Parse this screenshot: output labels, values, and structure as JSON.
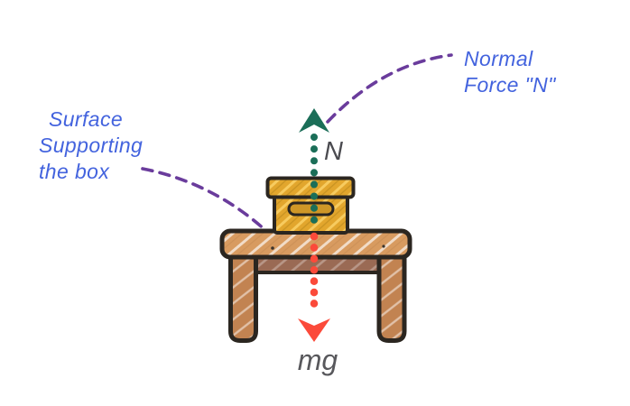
{
  "scene": {
    "description": "Free-body diagram of a box resting on a table showing the normal force N and weight mg",
    "background_color": "#ffffff"
  },
  "labels": {
    "surface": {
      "lines": [
        "Surface",
        "Supporting",
        "the box"
      ],
      "color": "#4363de"
    },
    "normal_force": {
      "lines": [
        "Normal",
        "Force \"N\""
      ],
      "color": "#4363de"
    },
    "n_symbol": {
      "text": "N",
      "color": "#4b4b50"
    },
    "mg_symbol": {
      "text": "mg",
      "color": "#58585c"
    }
  },
  "forces": [
    {
      "id": "normal",
      "symbol": "N",
      "direction": "up",
      "line_style": "dotted",
      "color": "#1b6e58"
    },
    {
      "id": "weight",
      "symbol": "mg",
      "direction": "down",
      "line_style": "dotted",
      "color": "#fb4a3a"
    }
  ],
  "callouts": [
    {
      "id": "surface-callout",
      "label": "Surface Supporting the box",
      "points_to": "tabletop surface",
      "style": "dashed",
      "color": "#6a3c9c"
    },
    {
      "id": "normal-callout",
      "label": "Normal Force \"N\"",
      "points_to": "normal force arrow tip",
      "style": "dashed",
      "color": "#6a3c9c"
    }
  ],
  "objects": {
    "box": {
      "name": "box on table",
      "fill": "#e2a62d",
      "outline": "#2b2620"
    },
    "table": {
      "name": "table",
      "top_fill": "#d89b60",
      "apron_fill": "#9a6a54",
      "leg_fill": "#c28351",
      "outline": "#2b2620"
    }
  }
}
